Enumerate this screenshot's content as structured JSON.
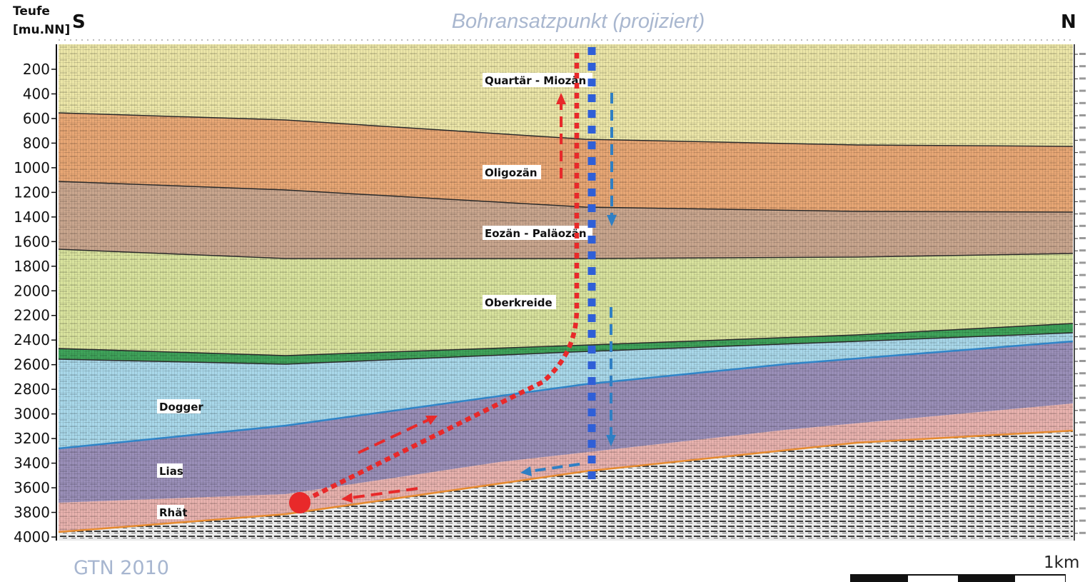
{
  "header": {
    "depth_label_line1": "Teufe",
    "depth_label_line2": "[mu.NN]",
    "direction_left": "S",
    "direction_right": "N",
    "borehole_title": "Bohransatzpunkt (projiziert)"
  },
  "depth_axis": {
    "ticks": [
      200,
      400,
      600,
      800,
      1000,
      1200,
      1400,
      1600,
      1800,
      2000,
      2200,
      2400,
      2600,
      2800,
      3000,
      3200,
      3400,
      3600,
      3800,
      4000
    ]
  },
  "layers": [
    {
      "label": "Quartär - Miozän",
      "color": "#ece6a8"
    },
    {
      "label": "Oligozän",
      "color": "#e8a775"
    },
    {
      "label": "Eozän - Paläozän",
      "color": "#c9a68e"
    },
    {
      "label": "Oberkreide",
      "color": "#d9e39e"
    },
    {
      "label": "",
      "color": "#3fa35a"
    },
    {
      "label": "Dogger",
      "color": "#a9d8ea"
    },
    {
      "label": "Lias",
      "color": "#9a8fb8"
    },
    {
      "label": "Rhät",
      "color": "#e8b2ae"
    },
    {
      "label": "",
      "color": "#dcdcdc"
    }
  ],
  "colors": {
    "production_well": "#e8292a",
    "injection_well": "#2f5fd7",
    "flow_return": "#2f7fc4",
    "dogger_top": "#2f85c8",
    "rhaet_base": "#e68a2e"
  },
  "footer": {
    "source": "GTN 2010",
    "scale_label": "1km"
  }
}
